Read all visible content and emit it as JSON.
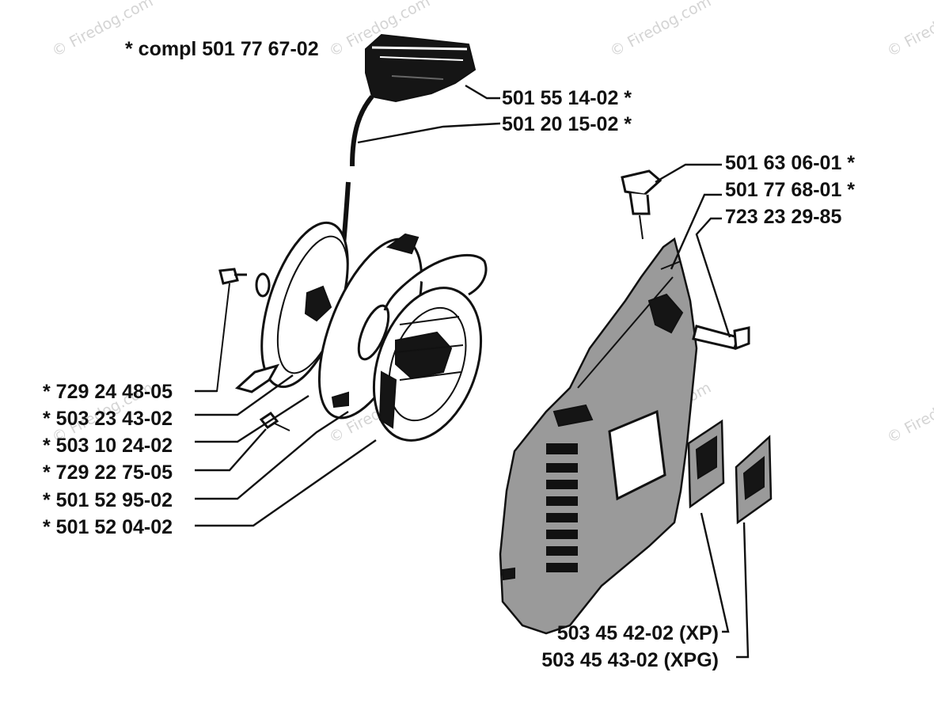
{
  "watermark": "© Firedog.com",
  "assembly_label": "* compl 501 77 67-02",
  "callouts": {
    "handle": "501 55 14-02  *",
    "cord": "501 20 15-02  *",
    "bushing": "501 63 06-01  *",
    "pawl": "501 77 68-01  *",
    "cover_screw": "723 23 29-85",
    "screw_left": "*  729 24 48-05",
    "washer": "*  503 23 43-02",
    "spring_pulley": "*  503 10 24-02",
    "small_screw": "*  729 22 75-05",
    "pulley": "*  501 52 95-02",
    "flywheel_cover": "*  501 52 04-02",
    "decal_xp": "503 45 42-02 (XP)",
    "decal_xpg": "503 45 43-02 (XPG)"
  }
}
